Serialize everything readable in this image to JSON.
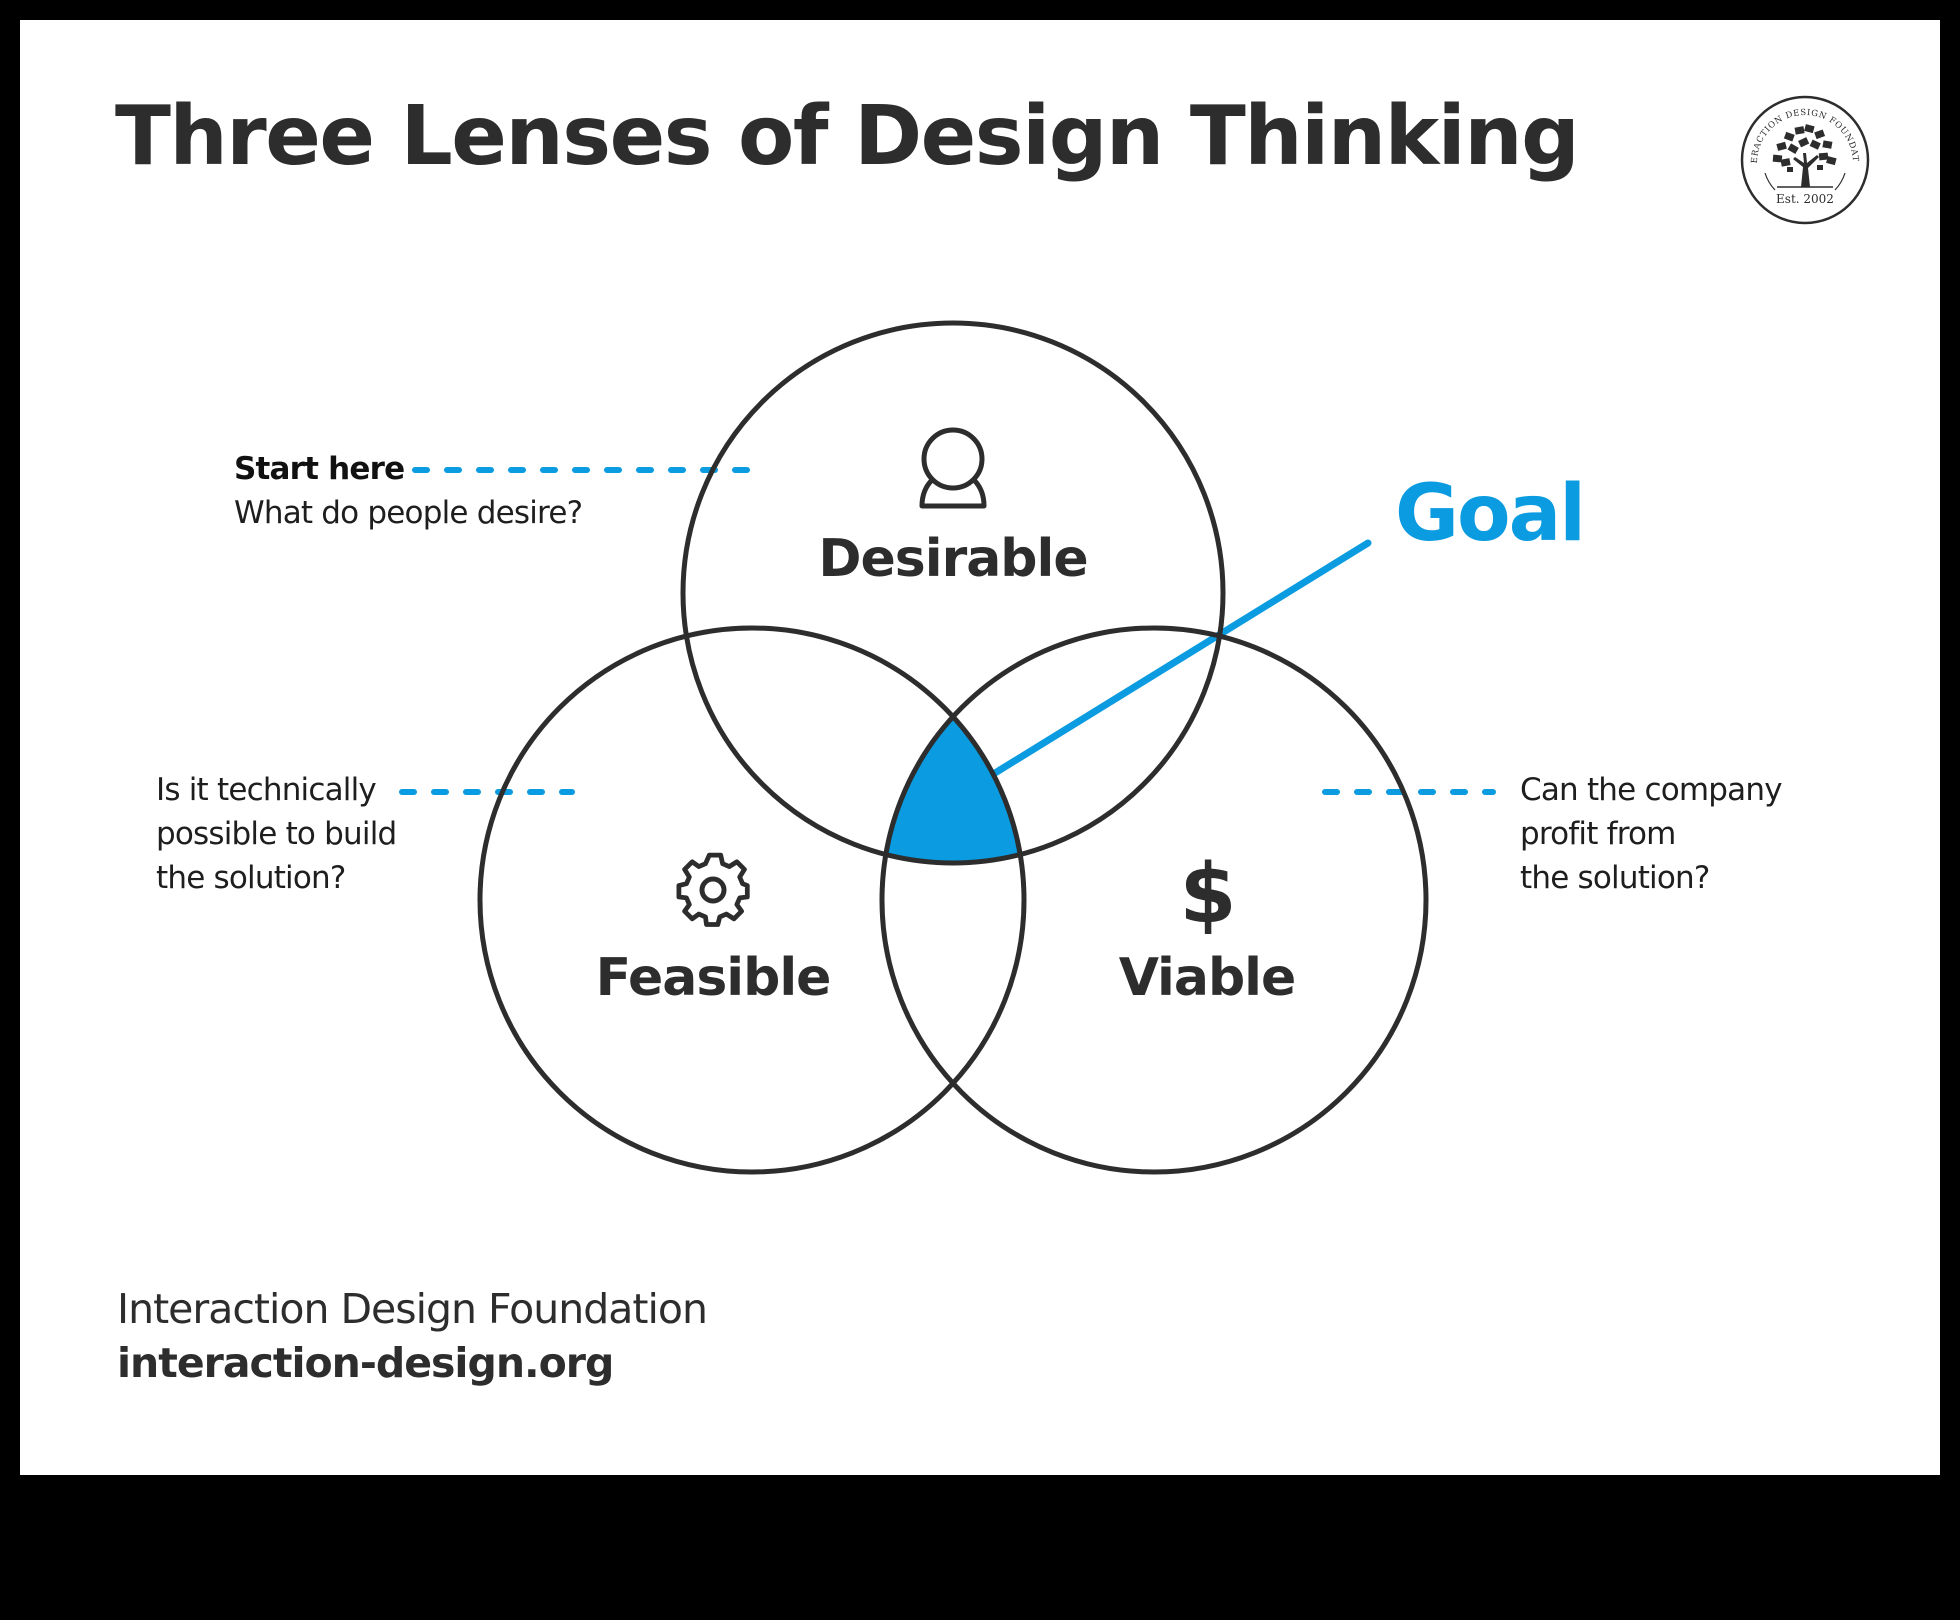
{
  "title": "Three Lenses of Design Thinking",
  "logo": {
    "ring_text": "INTERACTION DESIGN FOUNDATION",
    "est": "Est. 2002"
  },
  "lenses": {
    "desirable": {
      "label": "Desirable",
      "icon": "person-icon"
    },
    "feasible": {
      "label": "Feasible",
      "icon": "gear-icon"
    },
    "viable": {
      "label": "Viable",
      "icon": "dollar-icon",
      "glyph": "$"
    }
  },
  "goal": {
    "label": "Goal"
  },
  "annotations": {
    "desirable": {
      "heading": "Start here",
      "text": "What do people desire?"
    },
    "feasible": {
      "lines": [
        "Is it technically",
        "possible to build",
        "the solution?"
      ]
    },
    "viable": {
      "lines": [
        "Can the company",
        "profit from",
        "the solution?"
      ]
    }
  },
  "footer": {
    "org": "Interaction Design Foundation",
    "url": "interaction-design.org"
  },
  "colors": {
    "accent": "#0a9be0",
    "stroke": "#2d2d2d",
    "background": "#ffffff",
    "frame": "#000000"
  }
}
